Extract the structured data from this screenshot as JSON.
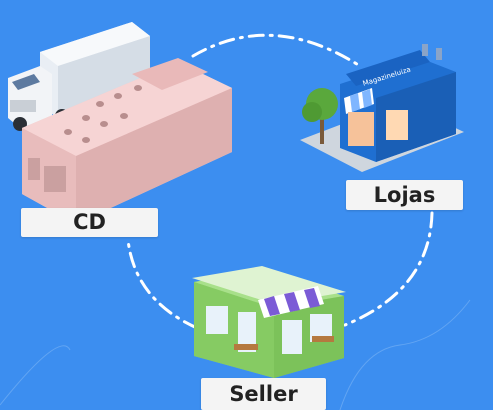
{
  "colors": {
    "background": "#3c8ef0",
    "connector": "#ffffff",
    "label_bg": "#f4f4f4",
    "label_text": "#222222",
    "store_accent": "#1f6fd1",
    "store_awning": "#7b5bd6",
    "seller_body": "#8fd26e"
  },
  "nodes": {
    "cd": {
      "label": "CD",
      "icon": "warehouse-truck-icon"
    },
    "lojas": {
      "label": "Lojas",
      "icon": "retail-store-icon",
      "sign_text": "Magazineluiza"
    },
    "seller": {
      "label": "Seller",
      "icon": "seller-shop-icon"
    }
  }
}
